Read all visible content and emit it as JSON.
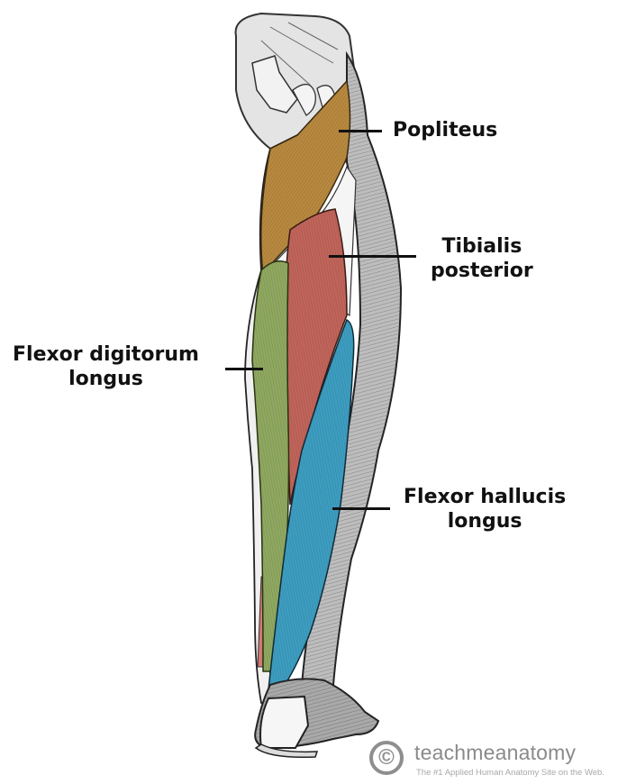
{
  "figure": {
    "subject": "Deep muscles of the posterior leg",
    "colors": {
      "background": "#ffffff",
      "popliteus": "#b8893f",
      "tibialis_posterior": "#c0645a",
      "flexor_digitorum_longus": "#8fa860",
      "flexor_hallucis_longus": "#3d9dc0",
      "bone_and_tissue": "#d9d9d9",
      "outline": "#222222",
      "label_text": "#111111"
    }
  },
  "labels": [
    {
      "id": "popliteus",
      "lines": [
        "Popliteus"
      ]
    },
    {
      "id": "tibialis_posterior",
      "lines": [
        "Tibialis",
        "posterior"
      ]
    },
    {
      "id": "flexor_digitorum_longus",
      "lines": [
        "Flexor digitorum",
        "longus"
      ]
    },
    {
      "id": "flexor_hallucis_longus",
      "lines": [
        "Flexor hallucis",
        "longus"
      ]
    }
  ],
  "watermark": {
    "icon": "copyright-icon",
    "symbol": "©",
    "brand": "teachmeanatomy",
    "tagline": "The #1 Applied Human Anatomy Site on the Web."
  }
}
